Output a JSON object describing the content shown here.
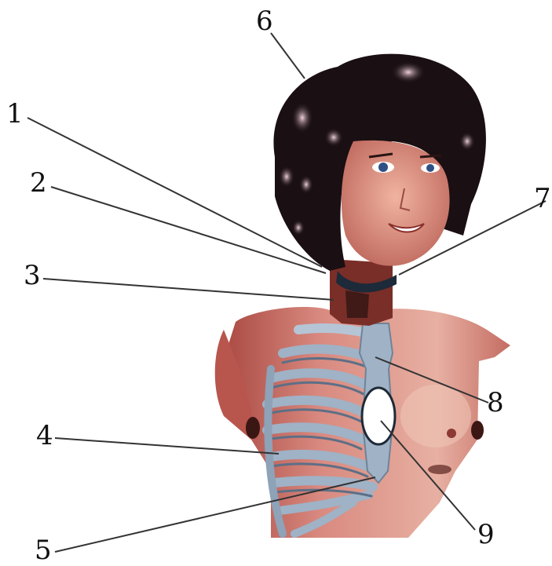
{
  "diagram": {
    "labels": [
      {
        "id": "label-1",
        "text": "1"
      },
      {
        "id": "label-2",
        "text": "2"
      },
      {
        "id": "label-3",
        "text": "3"
      },
      {
        "id": "label-4",
        "text": "4"
      },
      {
        "id": "label-5",
        "text": "5"
      },
      {
        "id": "label-6",
        "text": "6"
      },
      {
        "id": "label-7",
        "text": "7"
      },
      {
        "id": "label-8",
        "text": "8"
      },
      {
        "id": "label-9",
        "text": "9"
      }
    ]
  },
  "colors": {
    "background": "#ffffff",
    "skin": "#d98a80",
    "skin_shadow": "#b0524a",
    "hair": "#1a0f12",
    "hair_highlight": "#d9a3b8",
    "bone": "#9fb2c6",
    "bone_dark": "#5d6f86",
    "leader_line": "#333333"
  }
}
